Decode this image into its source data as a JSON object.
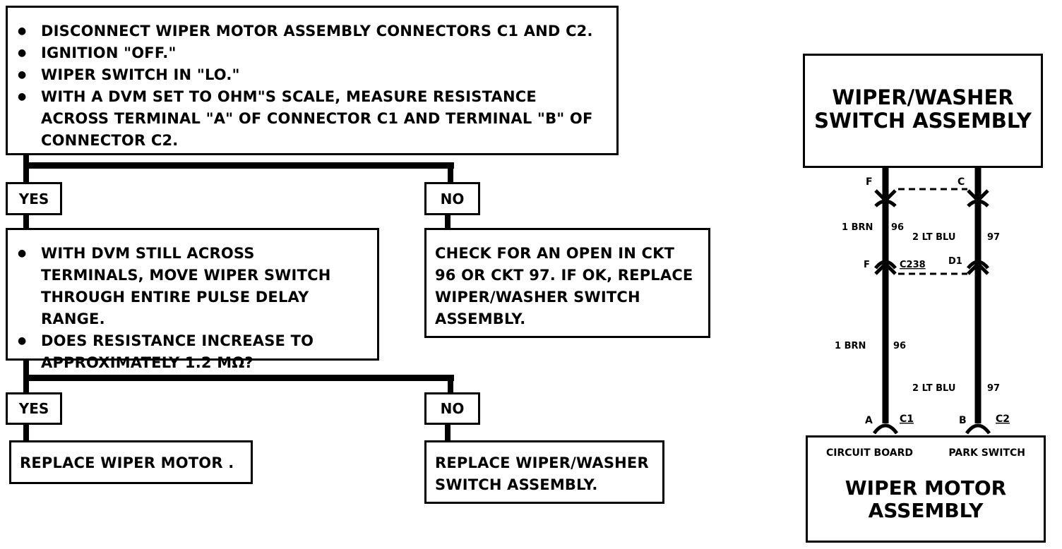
{
  "flowchart": {
    "step1": {
      "items": [
        "DISCONNECT WIPER MOTOR ASSEMBLY CONNECTORS C1 AND C2.",
        "IGNITION \"OFF.\"",
        "WIPER SWITCH IN \"LO.\"",
        "WITH A DVM SET TO OHM\"S SCALE, MEASURE RESISTANCE ACROSS TERMINAL \"A\" OF CONNECTOR C1 AND TERMINAL \"B\" OF CONNECTOR C2."
      ]
    },
    "yes_label": "YES",
    "no_label": "NO",
    "step2": {
      "items": [
        "WITH DVM STILL ACROSS TERMINALS, MOVE WIPER SWITCH THROUGH ENTIRE PULSE DELAY RANGE.",
        "DOES RESISTANCE INCREASE TO APPROXIMATELY 1.2 MΩ?"
      ]
    },
    "no_result_1": "CHECK FOR AN OPEN IN CKT 96 OR CKT 97. IF OK, REPLACE WIPER/WASHER SWITCH ASSEMBLY.",
    "yes_result_2": "REPLACE WIPER MOTOR .",
    "no_result_2": "REPLACE WIPER/WASHER SWITCH ASSEMBLY."
  },
  "schematic": {
    "switch_title_line1": "WIPER/WASHER",
    "switch_title_line2": "SWITCH ASSEMBLY",
    "motor_title_line1": "WIPER MOTOR",
    "motor_title_line2": "ASSEMBLY",
    "circuit_board": "CIRCUIT BOARD",
    "park_switch": "PARK SWITCH",
    "pin_f_top": "F",
    "pin_c_top": "C",
    "wire_left_upper": "1 BRN",
    "ckt_left_upper": "96",
    "wire_right_upper": "2 LT BLU",
    "ckt_right_upper": "97",
    "pin_f_mid": "F",
    "connector_mid": "C238",
    "pin_d1_mid": "D1",
    "wire_left_lower": "1 BRN",
    "ckt_left_lower": "96",
    "wire_right_lower": "2 LT BLU",
    "ckt_right_lower": "97",
    "pin_a": "A",
    "conn_c1": "C1",
    "pin_b": "B",
    "conn_c2": "C2"
  }
}
